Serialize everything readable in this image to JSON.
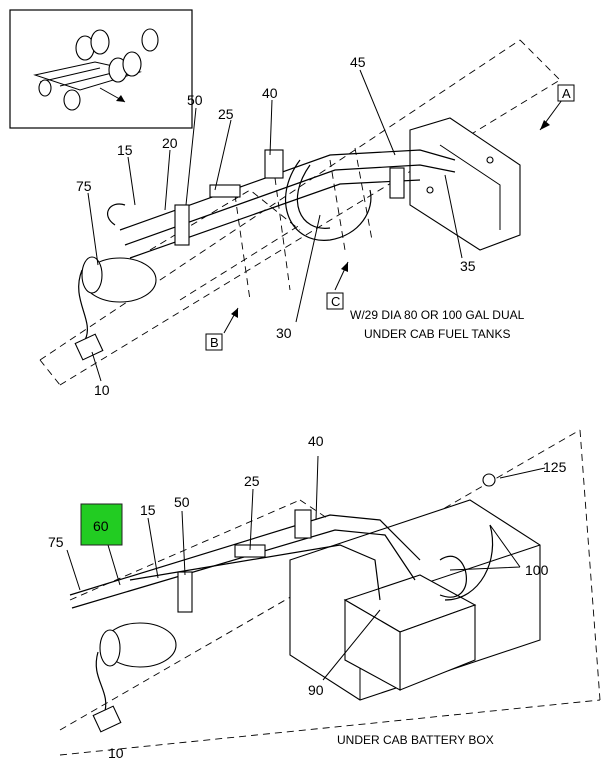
{
  "top_view": {
    "callouts": {
      "c50": "50",
      "c40": "40",
      "c25": "25",
      "c45": "45",
      "c15": "15",
      "c20": "20",
      "c75": "75",
      "c30": "30",
      "c35": "35",
      "c10": "10"
    },
    "view_letters": {
      "a": "A",
      "b": "B",
      "c": "C"
    },
    "caption_line1": "W/29 DIA 80 OR 100 GAL DUAL",
    "caption_line2": "UNDER CAB FUEL TANKS"
  },
  "bottom_view": {
    "callouts": {
      "c40": "40",
      "c125": "125",
      "c25": "25",
      "c50": "50",
      "c15": "15",
      "c75": "75",
      "c100": "100",
      "c90": "90",
      "c10": "10"
    },
    "highlight_label": "60",
    "highlight_color": "#22cc22",
    "caption": "UNDER CAB BATTERY BOX"
  }
}
